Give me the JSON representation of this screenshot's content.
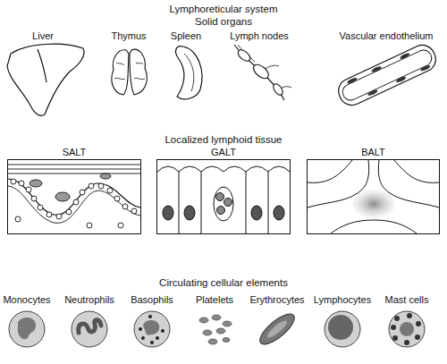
{
  "diagram": {
    "title": "Lymphoreticular system",
    "nodes": [
      {
        "text": [
          "SALT"
        ]
      },
      {
        "text": [
          "GALT"
        ]
      },
      {
        "text": [
          "BALT"
        ]
      }
    ],
    "labels": [
      "Solid organs",
      "Liver",
      "Thymus",
      "Spleen",
      "Lymph nodes",
      "Vascular endothelium",
      "Localized lymphoid tissue",
      "Circulating cellular elements",
      "Monocytes",
      "Neutrophils",
      "Basophils",
      "Platelets",
      "Erythrocytes",
      "Lymphocytes",
      "Mast cells"
    ]
  }
}
